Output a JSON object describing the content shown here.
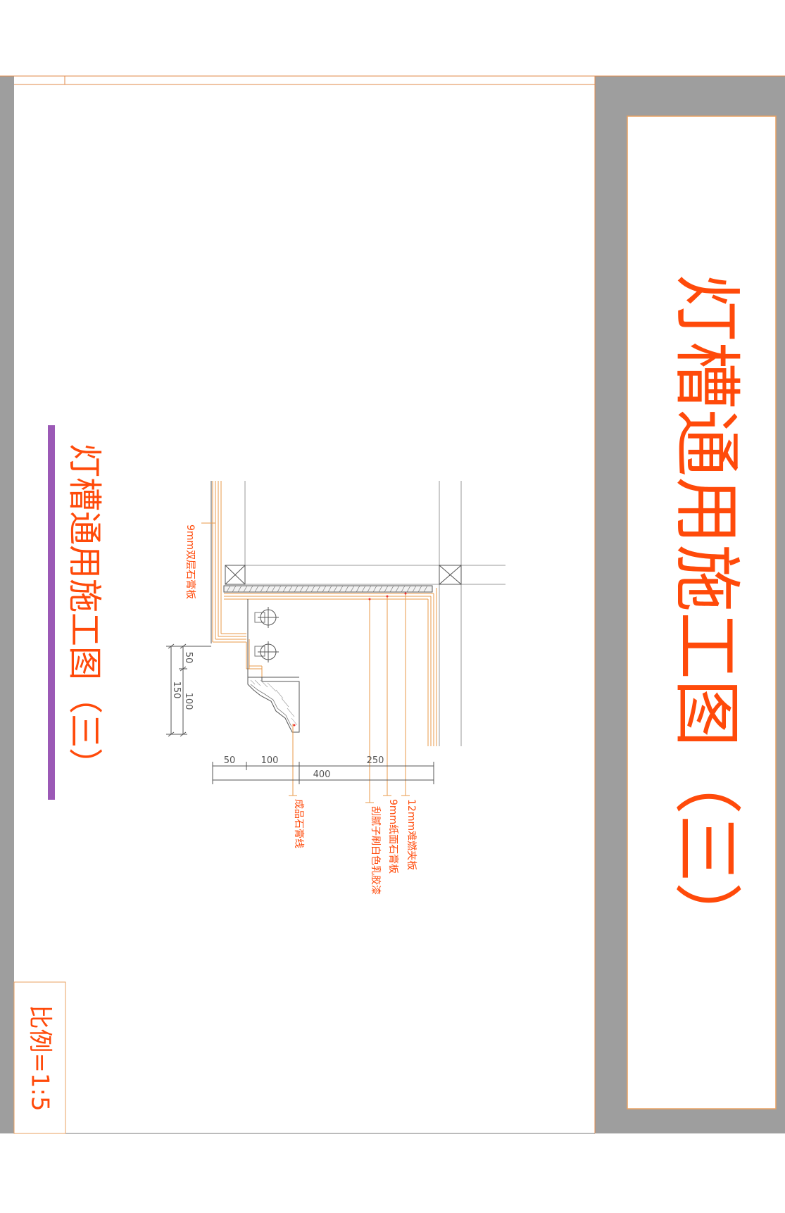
{
  "title_block": {
    "title": "灯槽通用施工图（三）",
    "scale": "比例=1:5"
  },
  "drawing": {
    "title": "灯槽通用施工图（三）",
    "labels": {
      "double_gypsum": "9mm双层石膏板",
      "fire_board": "12mm难燃夹板",
      "paper_gypsum": "9mm纸面石膏板",
      "paint": "刮腻子刷白色乳胶漆",
      "cornice": "成品石膏线"
    },
    "dims_vertical": [
      "50",
      "100",
      "150"
    ],
    "dims_horizontal": [
      "50",
      "100",
      "250",
      "400"
    ]
  },
  "colors": {
    "accent": "#ff4a0a",
    "purple_bar": "#9b59b6",
    "frame_gray": "#9e9e9e",
    "line_gray": "#9a9a9a",
    "orange_line": "#e89a4a",
    "dark_line": "#555555"
  }
}
